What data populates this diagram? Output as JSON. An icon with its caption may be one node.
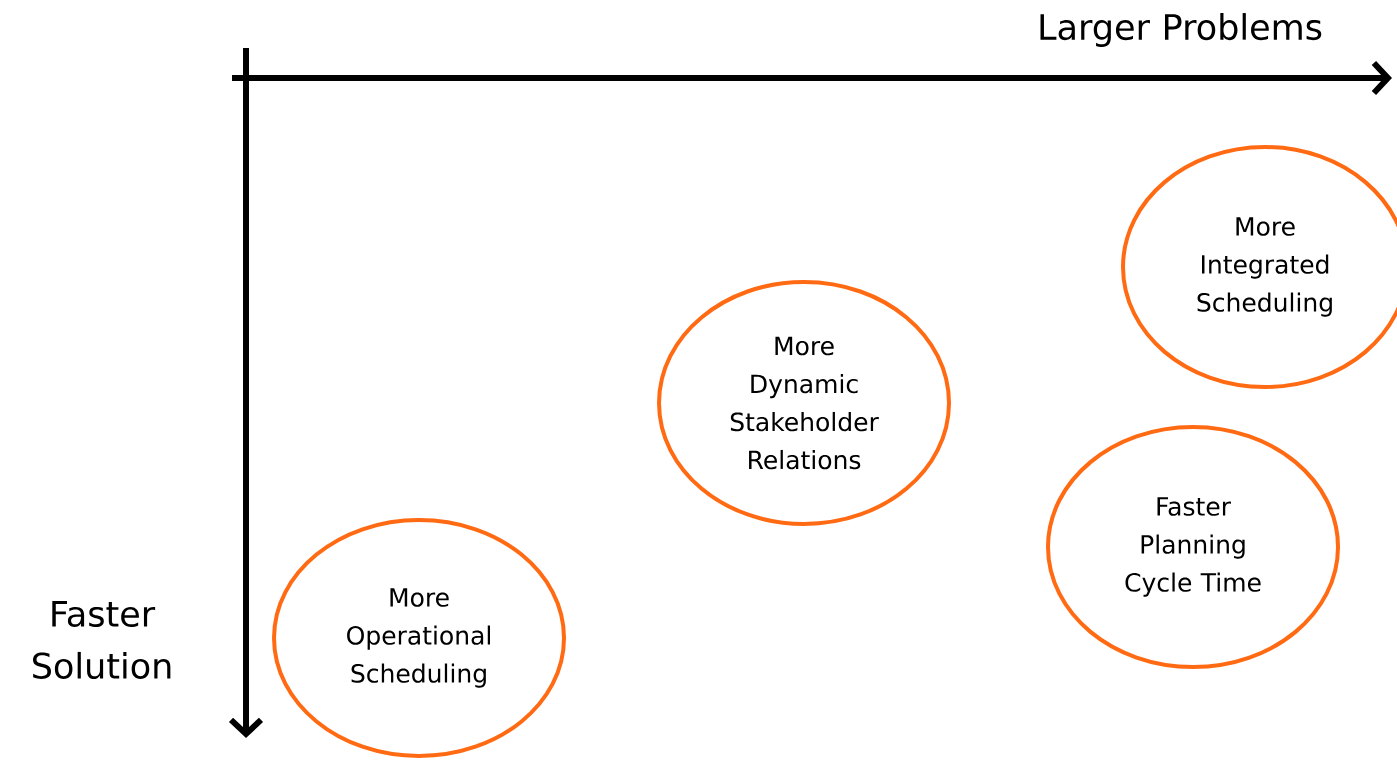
{
  "diagram": {
    "nodes": [
      {
        "text": [
          "More Operational Scheduling"
        ]
      },
      {
        "text": [
          "More Dynamic Stakeholder Relations"
        ]
      },
      {
        "text": [
          "More Integrated Scheduling"
        ]
      },
      {
        "text": [
          "Faster Planning Cycle Time"
        ]
      }
    ],
    "labels": [
      "Larger Problems",
      "Faster Solution"
    ]
  }
}
